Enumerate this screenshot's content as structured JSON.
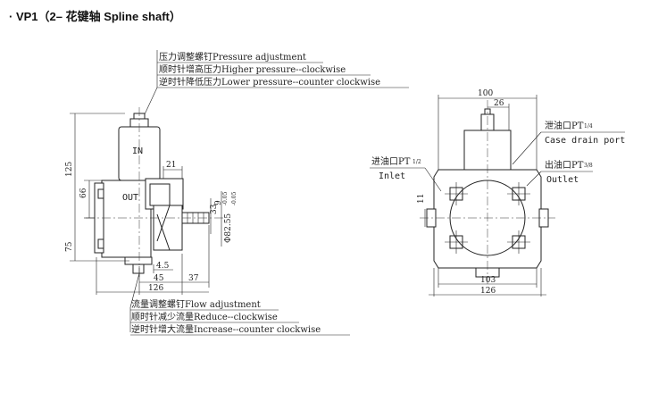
{
  "title": "· VP1（2– 花键轴 Spline shaft）",
  "pressure_notes": [
    "压力调整螺钉Pressure adjustment",
    "顺时针增高压力Higher pressure--clockwise",
    "逆时针降低压力Lower pressure--counter clockwise"
  ],
  "flow_notes": [
    "流量调整螺钉Flow adjustment",
    "顺时针减少流量Reduce--clockwise",
    "逆时针增大流量Increase--counter clockwise"
  ],
  "side_view": {
    "labels": {
      "in": "IN",
      "out": "OUT"
    },
    "dims": {
      "d125": "125",
      "d66": "66",
      "d75": "75",
      "d21": "21",
      "d33": "33",
      "d9": "9",
      "d9_tol": "-0.05",
      "d82": "Φ82.55",
      "d82_tol": "-0.05",
      "d4_5": "4.5",
      "d45": "45",
      "d37": "37",
      "d126": "126"
    }
  },
  "front_view": {
    "dims": {
      "d100": "100",
      "d26": "26",
      "d11": "11",
      "d103": "103",
      "d126": "126"
    },
    "ports": {
      "case_drain_cn": "泄油口PT",
      "case_drain_frac": "1/4",
      "case_drain_en": "Case drain port",
      "inlet_cn": "进油口PT",
      "inlet_frac": "1/2",
      "inlet_en": "Inlet",
      "outlet_cn": "出油口PT",
      "outlet_frac": "3/8",
      "outlet_en": "Outlet"
    }
  }
}
